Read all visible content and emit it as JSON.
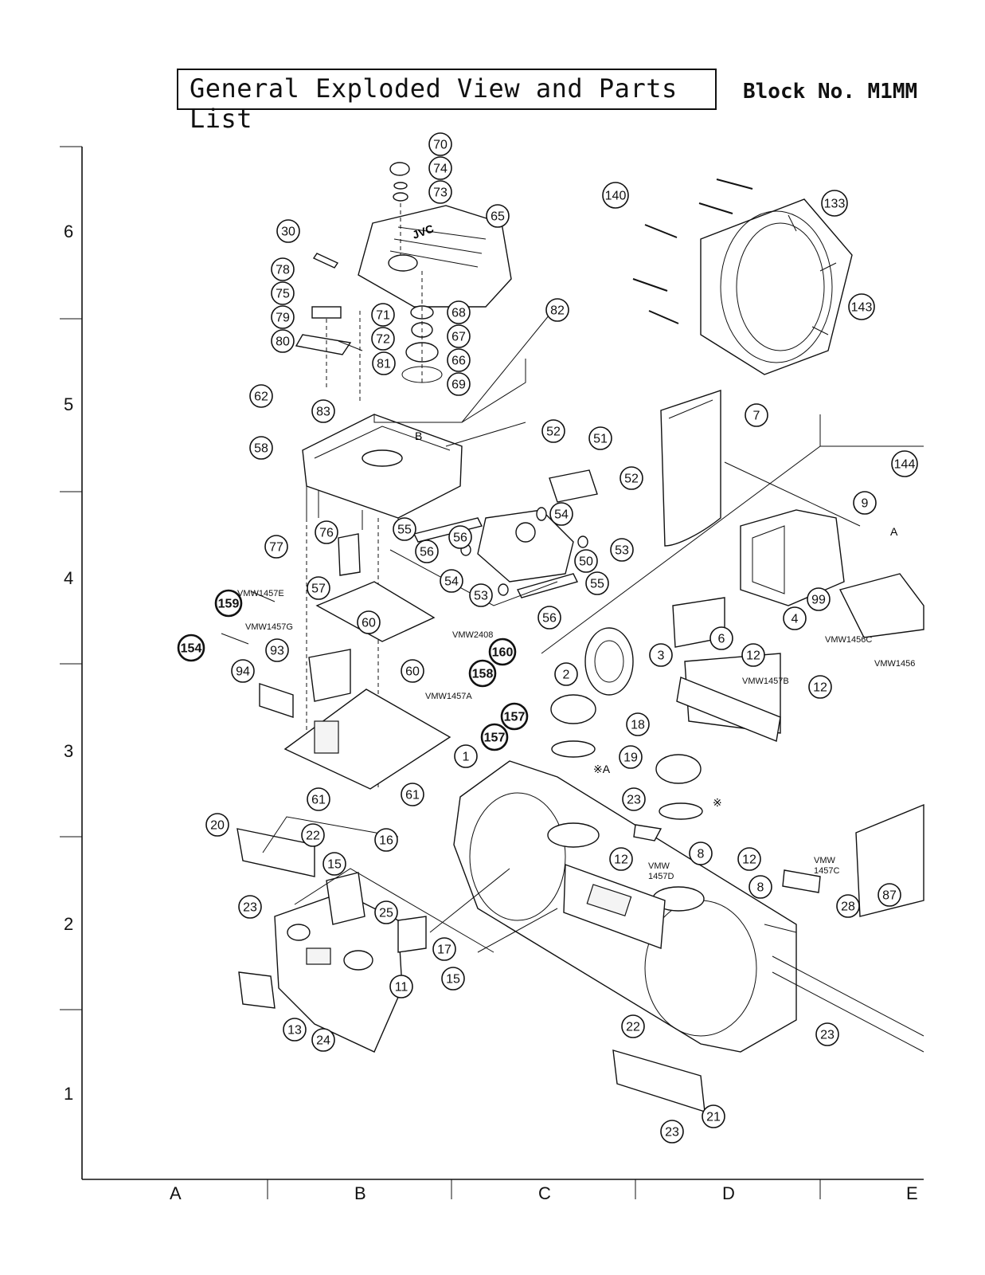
{
  "title": "General Exploded View and Parts List",
  "block_no": "Block No. M1MM",
  "grid": {
    "rows": [
      "6",
      "5",
      "4",
      "3",
      "2",
      "1"
    ],
    "columns": [
      "A",
      "B",
      "C",
      "D",
      "E"
    ]
  },
  "boards": [
    "VMW1457E",
    "VMW1457G",
    "VMW2408",
    "VMW1457A",
    "VMW1457B",
    "VMW1456C",
    "VMW1456",
    "VMW 1457D",
    "VMW 1457C"
  ],
  "part_callouts": [
    "70",
    "74",
    "73",
    "65",
    "30",
    "78",
    "75",
    "79",
    "80",
    "71",
    "72",
    "68",
    "67",
    "66",
    "69",
    "81",
    "82",
    "83",
    "62",
    "58",
    "52",
    "51",
    "54",
    "55",
    "56",
    "50",
    "53",
    "77",
    "76",
    "57",
    "159",
    "154",
    "93",
    "94",
    "60",
    "158",
    "160",
    "157",
    "1",
    "61",
    "20",
    "22",
    "23",
    "15",
    "16",
    "25",
    "17",
    "11",
    "13",
    "24",
    "21",
    "2",
    "3",
    "18",
    "19",
    "12",
    "8",
    "28",
    "87",
    "6",
    "7",
    "4",
    "9",
    "99",
    "133",
    "140",
    "143",
    "144"
  ],
  "markers": [
    "B",
    "A",
    "※A",
    "※"
  ]
}
